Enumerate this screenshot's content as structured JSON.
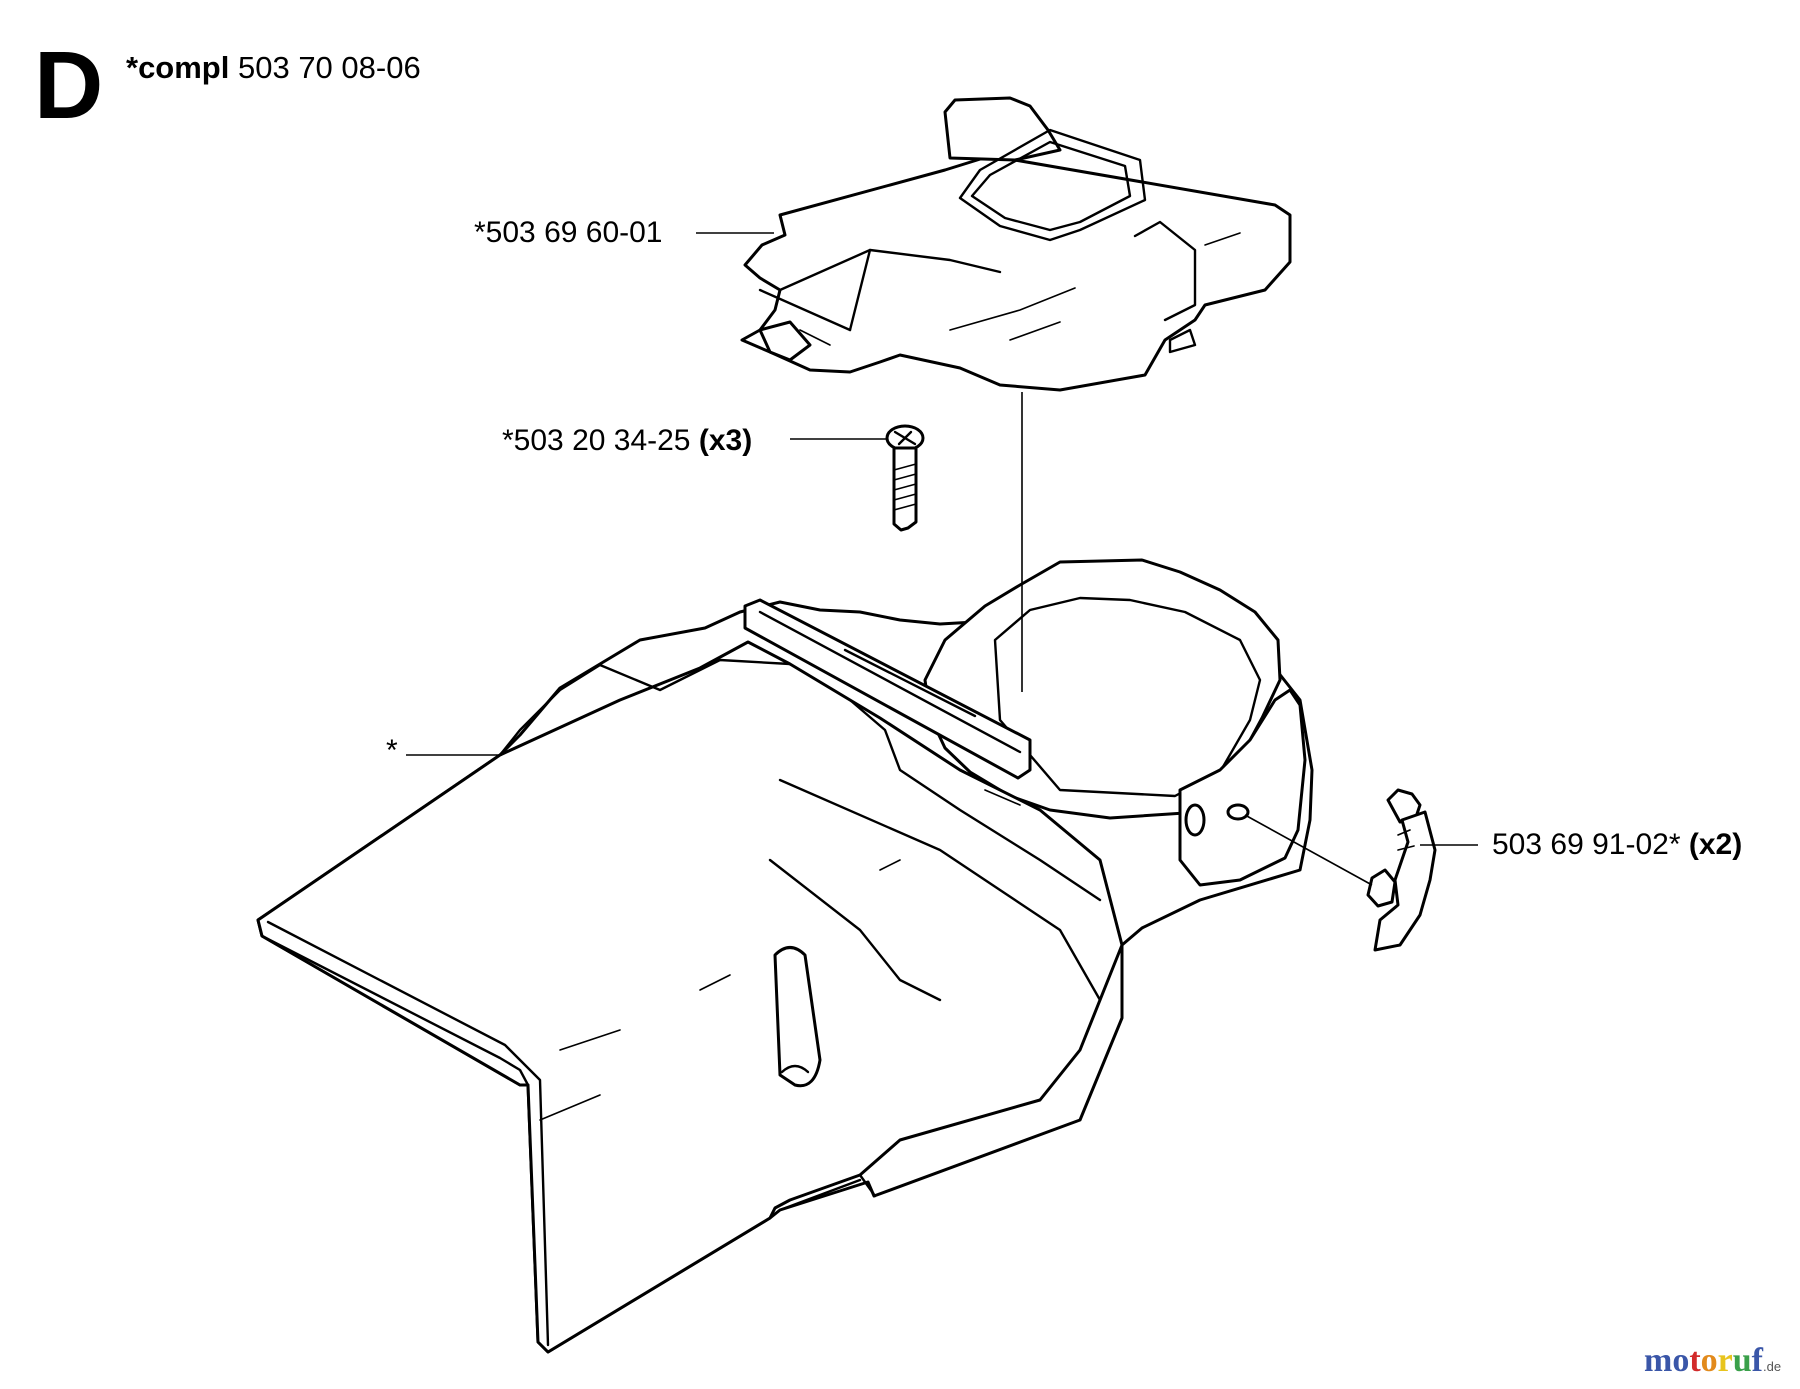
{
  "section": {
    "letter": "D"
  },
  "heading": {
    "prefix": "*compl",
    "number": "503 70 08-06"
  },
  "callouts": [
    {
      "text": "*503 69 60-01",
      "qty": ""
    },
    {
      "text": "*503 20 34-25",
      "qty": "(x3)"
    },
    {
      "text": "*",
      "qty": ""
    },
    {
      "text": "503 69 91-02*",
      "qty": "(x2)"
    }
  ],
  "watermark": {
    "letters": [
      "m",
      "o",
      "t",
      "o",
      "r",
      "u",
      "f"
    ],
    "colors": [
      "#3a56a8",
      "#3a56a8",
      "#d22a2a",
      "#e28a1c",
      "#e8c41e",
      "#3aa04a",
      "#3a56a8"
    ],
    "suffix": ".de"
  },
  "icons": {
    "top-cover": "air-filter-cover-drawing",
    "screw": "screw-drawing",
    "lower-cover": "cylinder-cover-drawing",
    "clip": "spring-clip-drawing"
  }
}
